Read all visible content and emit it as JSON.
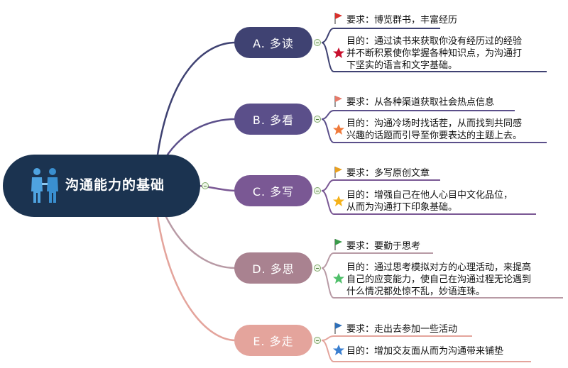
{
  "root": {
    "title": "沟通能力的基础",
    "icon": "business-handshake-icon"
  },
  "branches": [
    {
      "label": "A. 多读",
      "color": "#3f4272",
      "line_color": "#3f4272",
      "requirement": "要求：博览群书，丰富经历",
      "purpose": [
        "目的：通过读书来获取你没有经历过的经验",
        "并不断积累使你掌握各种知识点，为沟通打",
        "下坚实的语言和文字基础。"
      ],
      "flag_color": "#d8302c",
      "star_color": "#c8102e"
    },
    {
      "label": "B. 多看",
      "color": "#5b4f8a",
      "line_color": "#5b4f8a",
      "requirement": "要求：从各种渠道获取社会热点信息",
      "purpose": [
        "目的：沟通冷场时找话茬，从而找到共同感",
        "兴趣的话题而引导至你要表达的主题上去。"
      ],
      "flag_color": "#e57a6a",
      "star_color": "#f07a3a"
    },
    {
      "label": "C. 多写",
      "color": "#7a5894",
      "line_color": "#7a5894",
      "requirement": "要求：多写原创文章",
      "purpose": [
        "目的：增强自己在他人心目中文化品位，",
        "从而为沟通打下印象基础。"
      ],
      "flag_color": "#e8a020",
      "star_color": "#f5b21a"
    },
    {
      "label": "D. 多思",
      "color": "#a98290",
      "line_color": "#b89aa5",
      "requirement": "要求：要勤于思考",
      "purpose": [
        "目的：通过思考模拟对方的心理活动，来提高",
        "自己的应变能力，使自己在沟通过程无论遇到",
        "什么情况都处惊不乱，妙语连珠。"
      ],
      "flag_color": "#3a9a4a",
      "star_color": "#4fbf6a"
    },
    {
      "label": "E. 多走",
      "color": "#e4a49c",
      "line_color": "#e4a49c",
      "requirement": "要求：走出去参加一些活动",
      "purpose": [
        "目的：增加交友面从而为沟通带来铺垫"
      ],
      "flag_color": "#2e6fb8",
      "star_color": "#3a7fd0"
    }
  ]
}
